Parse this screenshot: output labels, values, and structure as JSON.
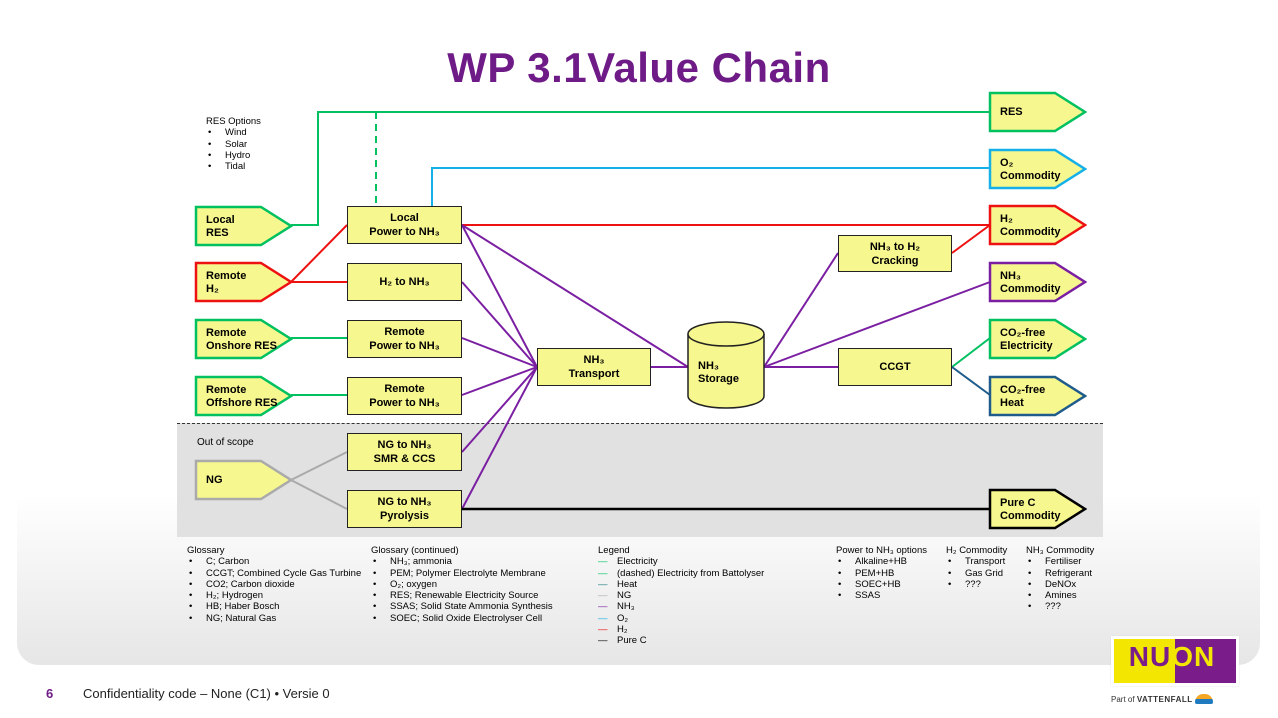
{
  "title": "WP 3.1Value Chain",
  "res_options": {
    "heading": "RES Options",
    "items": [
      "Wind",
      "Solar",
      "Hydro",
      "Tidal"
    ]
  },
  "scope_label": "Out of scope",
  "colors": {
    "electricity": "#00c060",
    "heat": "#1f5c8c",
    "ng": "#aaaaaa",
    "nh3": "#7b1fa2",
    "o2": "#15b0e8",
    "h2": "#ee1111",
    "pure_c": "#000000",
    "box_fill": "#f7f78f",
    "title": "#6e1a87"
  },
  "sources": [
    {
      "line1": "Local",
      "line2": "RES",
      "color": "electricity"
    },
    {
      "line1": "Remote",
      "line2": "H₂",
      "color": "h2"
    },
    {
      "line1": "Remote",
      "line2": "Onshore RES",
      "color": "electricity"
    },
    {
      "line1": "Remote",
      "line2": "Offshore RES",
      "color": "electricity"
    },
    {
      "line1": "NG",
      "line2": "",
      "color": "ng"
    }
  ],
  "processes": [
    {
      "line1": "Local",
      "line2": "Power to NH₃"
    },
    {
      "line1": "H₂ to NH₃",
      "line2": ""
    },
    {
      "line1": "Remote",
      "line2": "Power to NH₃"
    },
    {
      "line1": "Remote",
      "line2": "Power to NH₃"
    },
    {
      "line1": "NG to NH₃",
      "line2": "SMR & CCS"
    },
    {
      "line1": "NG to NH₃",
      "line2": "Pyrolysis"
    }
  ],
  "transport": {
    "line1": "NH₃",
    "line2": "Transport"
  },
  "storage": {
    "line1": "NH₃",
    "line2": "Storage"
  },
  "cracking": {
    "line1": "NH₃ to H₂",
    "line2": "Cracking"
  },
  "ccgt": {
    "label": "CCGT"
  },
  "outputs": [
    {
      "line1": "RES",
      "line2": "",
      "color": "electricity"
    },
    {
      "line1": "O₂",
      "line2": "Commodity",
      "color": "o2"
    },
    {
      "line1": "H₂",
      "line2": "Commodity",
      "color": "h2"
    },
    {
      "line1": "NH₃",
      "line2": "Commodity",
      "color": "nh3"
    },
    {
      "line1": "CO₂-free",
      "line2": "Electricity",
      "color": "electricity"
    },
    {
      "line1": "CO₂-free",
      "line2": "Heat",
      "color": "heat"
    },
    {
      "line1": "Pure C",
      "line2": "Commodity",
      "color": "pure_c"
    }
  ],
  "glossary": {
    "heading": "Glossary",
    "items": [
      "C; Carbon",
      "CCGT; Combined Cycle Gas Turbine",
      "CO2; Carbon dioxide",
      "H₂; Hydrogen",
      "HB; Haber Bosch",
      "NG; Natural Gas"
    ]
  },
  "glossary2": {
    "heading": "Glossary (continued)",
    "items": [
      "NH₃; ammonia",
      "PEM; Polymer Electrolyte Membrane",
      "O₂; oxygen",
      "RES; Renewable Electricity Source",
      "SSAS; Solid State Ammonia Synthesis",
      "SOEC; Solid Oxide Electrolyser Cell"
    ]
  },
  "legend": {
    "heading": "Legend",
    "items": [
      {
        "label": "Electricity",
        "color": "#00c060"
      },
      {
        "label": "(dashed) Electricity from Battolyser",
        "color": "#00c060"
      },
      {
        "label": "Heat",
        "color": "#1a7a7a"
      },
      {
        "label": "NG",
        "color": "#aaaaaa"
      },
      {
        "label": "NH₃",
        "color": "#7b1fa2"
      },
      {
        "label": "O₂",
        "color": "#15b0e8"
      },
      {
        "label": "H₂",
        "color": "#ee1111"
      },
      {
        "label": "Pure C",
        "color": "#000000"
      }
    ]
  },
  "p2n_options": {
    "heading": "Power to NH₃ options",
    "items": [
      "Alkaline+HB",
      "PEM+HB",
      "SOEC+HB",
      "SSAS"
    ]
  },
  "h2_commodity": {
    "heading": "H₂ Commodity",
    "items": [
      "Transport",
      "Gas Grid",
      "???"
    ]
  },
  "nh3_commodity": {
    "heading": "NH₃ Commodity",
    "items": [
      "Fertiliser",
      "Refrigerant",
      "DeNOx",
      "Amines",
      "???"
    ]
  },
  "footer": {
    "page": "6",
    "text": "Confidentiality code – None (C1) • Versie 0"
  },
  "logo": {
    "brand_a": "NU",
    "brand_b": "ON",
    "tagline_prefix": "Part of",
    "tagline_brand": "VATTENFALL"
  }
}
